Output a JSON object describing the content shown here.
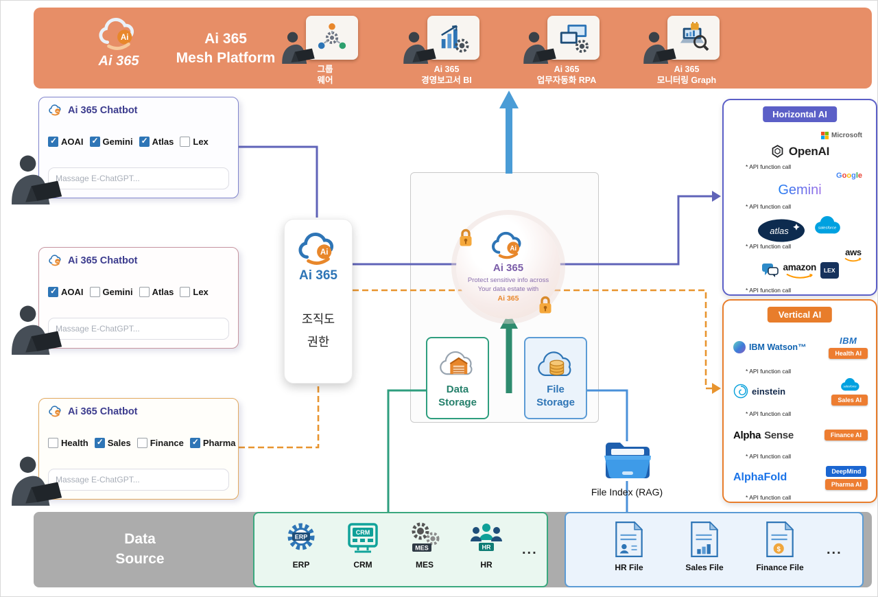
{
  "brand_ai": "Ai",
  "banner": {
    "logo_text": "Ai 365",
    "title_line1": "Ai 365",
    "title_line2": "Mesh Platform",
    "modules": [
      {
        "line1": "그룹",
        "line2": "웨어"
      },
      {
        "line1": "Ai 365",
        "line2": "경영보고서 BI"
      },
      {
        "line1": "Ai 365",
        "line2": "업무자동화 RPA"
      },
      {
        "line1": "Ai 365",
        "line2": "모니터링 Graph"
      }
    ]
  },
  "chatbots": [
    {
      "title": "Ai 365 Chatbot",
      "placeholder": "Massage E-ChatGPT...",
      "options": [
        {
          "label": "AOAI",
          "checked": true
        },
        {
          "label": "Gemini",
          "checked": true
        },
        {
          "label": "Atlas",
          "checked": true
        },
        {
          "label": "Lex",
          "checked": false
        }
      ]
    },
    {
      "title": "Ai 365 Chatbot",
      "placeholder": "Massage E-ChatGPT...",
      "options": [
        {
          "label": "AOAI",
          "checked": true
        },
        {
          "label": "Gemini",
          "checked": false
        },
        {
          "label": "Atlas",
          "checked": false
        },
        {
          "label": "Lex",
          "checked": false
        }
      ]
    },
    {
      "title": "Ai 365 Chatbot",
      "placeholder": "Massage E-ChatGPT...",
      "options": [
        {
          "label": "Health",
          "checked": false
        },
        {
          "label": "Sales",
          "checked": true
        },
        {
          "label": "Finance",
          "checked": false
        },
        {
          "label": "Pharma",
          "checked": true
        }
      ]
    }
  ],
  "org_card": {
    "brand": "Ai 365",
    "line1": "조직도",
    "line2": "권한"
  },
  "hub": {
    "brand": "Ai 365",
    "desc_line1": "Protect sensitive info across",
    "desc_line2": "Your data estate with",
    "desc_line3": "Ai 365"
  },
  "storage": {
    "data": {
      "line1": "Data",
      "line2": "Storage"
    },
    "file": {
      "line1": "File",
      "line2": "Storage"
    }
  },
  "horizontal_ai": {
    "badge": "Horizontal AI",
    "openai": {
      "partner": "Microsoft",
      "brand": "OpenAI",
      "note": "* API function call"
    },
    "gemini": {
      "partner": "Google",
      "brand": "Gemini",
      "note": "* API function call"
    },
    "atlas": {
      "brand": "atlas",
      "partner": "salesforce",
      "note": "* API function call"
    },
    "lex": {
      "brand": "amazon",
      "tag": "LEX",
      "partner": "aws",
      "note": "* API function call"
    }
  },
  "vertical_ai": {
    "badge": "Vertical AI",
    "watson": {
      "brand": "IBM Watson™",
      "partner": "IBM",
      "tag": "Health AI",
      "note": "* API function call"
    },
    "einstein": {
      "brand": "einstein",
      "partner": "salesforce",
      "tag": "Sales AI",
      "note": "* API function call"
    },
    "alphasense": {
      "brand_bold": "Alpha",
      "brand_rest": "Sense",
      "tag": "Finance AI",
      "note": "* API function call"
    },
    "alphafold": {
      "brand": "AlphaFold",
      "partner": "DeepMind",
      "tag": "Pharma AI",
      "note": "* API function call"
    }
  },
  "file_index": {
    "label": "File Index (RAG)"
  },
  "data_source": {
    "title_line1": "Data",
    "title_line2": "Source",
    "systems": [
      {
        "label": "ERP"
      },
      {
        "label": "CRM"
      },
      {
        "label": "MES"
      },
      {
        "label": "HR"
      }
    ],
    "systems_more": "...",
    "files": [
      {
        "label": "HR File"
      },
      {
        "label": "Sales File"
      },
      {
        "label": "Finance File"
      }
    ],
    "files_more": "..."
  },
  "colors": {
    "banner": "#E78E67",
    "purple": "#5F63B8",
    "orange": "#E8872B",
    "green": "#2E8B6E",
    "blue": "#4A9CD6",
    "gray": "#ACACAC"
  }
}
